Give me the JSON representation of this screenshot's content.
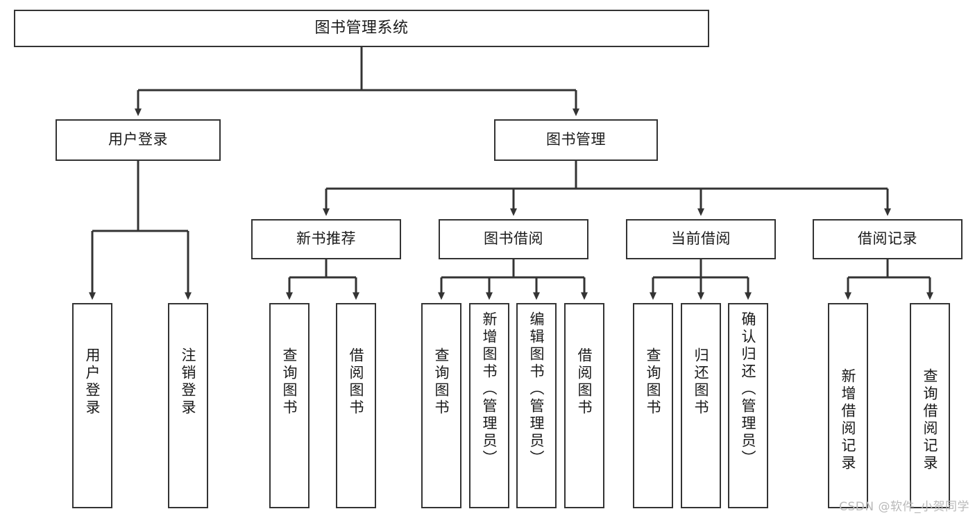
{
  "diagram": {
    "title": "图书管理系统",
    "watermark": "CSDN @软件_小贺同学",
    "line_color": "#333333",
    "box_fill": "#ffffff",
    "text_color": "#1a1a1a",
    "watermark_color": "#b9b9b9",
    "levels": {
      "root": "图书管理系统",
      "level2": [
        "用户登录",
        "图书管理"
      ],
      "level3": [
        "新书推荐",
        "图书借阅",
        "当前借阅",
        "借阅记录"
      ]
    },
    "nodes": {
      "root": {
        "label": "图书管理系统"
      },
      "user_login": {
        "label": "用户登录"
      },
      "book_manage": {
        "label": "图书管理"
      },
      "new_book_rec": {
        "label": "新书推荐"
      },
      "book_borrow": {
        "label": "图书借阅"
      },
      "current_borrow": {
        "label": "当前借阅"
      },
      "borrow_record": {
        "label": "借阅记录"
      },
      "leaf_user_login": {
        "label": "用户登录"
      },
      "leaf_logout": {
        "label": "注销登录"
      },
      "leaf_query_book_a": {
        "label": "查询图书"
      },
      "leaf_borrow_book_a": {
        "label": "借阅图书"
      },
      "leaf_query_book_b": {
        "label": "查询图书"
      },
      "leaf_add_book": {
        "label": "新增图书（管理员）"
      },
      "leaf_edit_book": {
        "label": "编辑图书（管理员）"
      },
      "leaf_borrow_book_b": {
        "label": "借阅图书"
      },
      "leaf_query_book_c": {
        "label": "查询图书"
      },
      "leaf_return_book": {
        "label": "归还图书"
      },
      "leaf_confirm_return": {
        "label": "确认归还（管理员）"
      },
      "leaf_add_record": {
        "label": "新增借阅记录"
      },
      "leaf_query_record": {
        "label": "查询借阅记录"
      }
    },
    "edges": [
      {
        "from": "root",
        "to": "user_login"
      },
      {
        "from": "root",
        "to": "book_manage"
      },
      {
        "from": "user_login",
        "to": "leaf_user_login"
      },
      {
        "from": "user_login",
        "to": "leaf_logout"
      },
      {
        "from": "book_manage",
        "to": "new_book_rec"
      },
      {
        "from": "book_manage",
        "to": "book_borrow"
      },
      {
        "from": "book_manage",
        "to": "current_borrow"
      },
      {
        "from": "book_manage",
        "to": "borrow_record"
      },
      {
        "from": "new_book_rec",
        "to": "leaf_query_book_a"
      },
      {
        "from": "new_book_rec",
        "to": "leaf_borrow_book_a"
      },
      {
        "from": "book_borrow",
        "to": "leaf_query_book_b"
      },
      {
        "from": "book_borrow",
        "to": "leaf_add_book"
      },
      {
        "from": "book_borrow",
        "to": "leaf_edit_book"
      },
      {
        "from": "book_borrow",
        "to": "leaf_borrow_book_b"
      },
      {
        "from": "current_borrow",
        "to": "leaf_query_book_c"
      },
      {
        "from": "current_borrow",
        "to": "leaf_return_book"
      },
      {
        "from": "current_borrow",
        "to": "leaf_confirm_return"
      },
      {
        "from": "borrow_record",
        "to": "leaf_add_record"
      },
      {
        "from": "borrow_record",
        "to": "leaf_query_record"
      }
    ]
  }
}
